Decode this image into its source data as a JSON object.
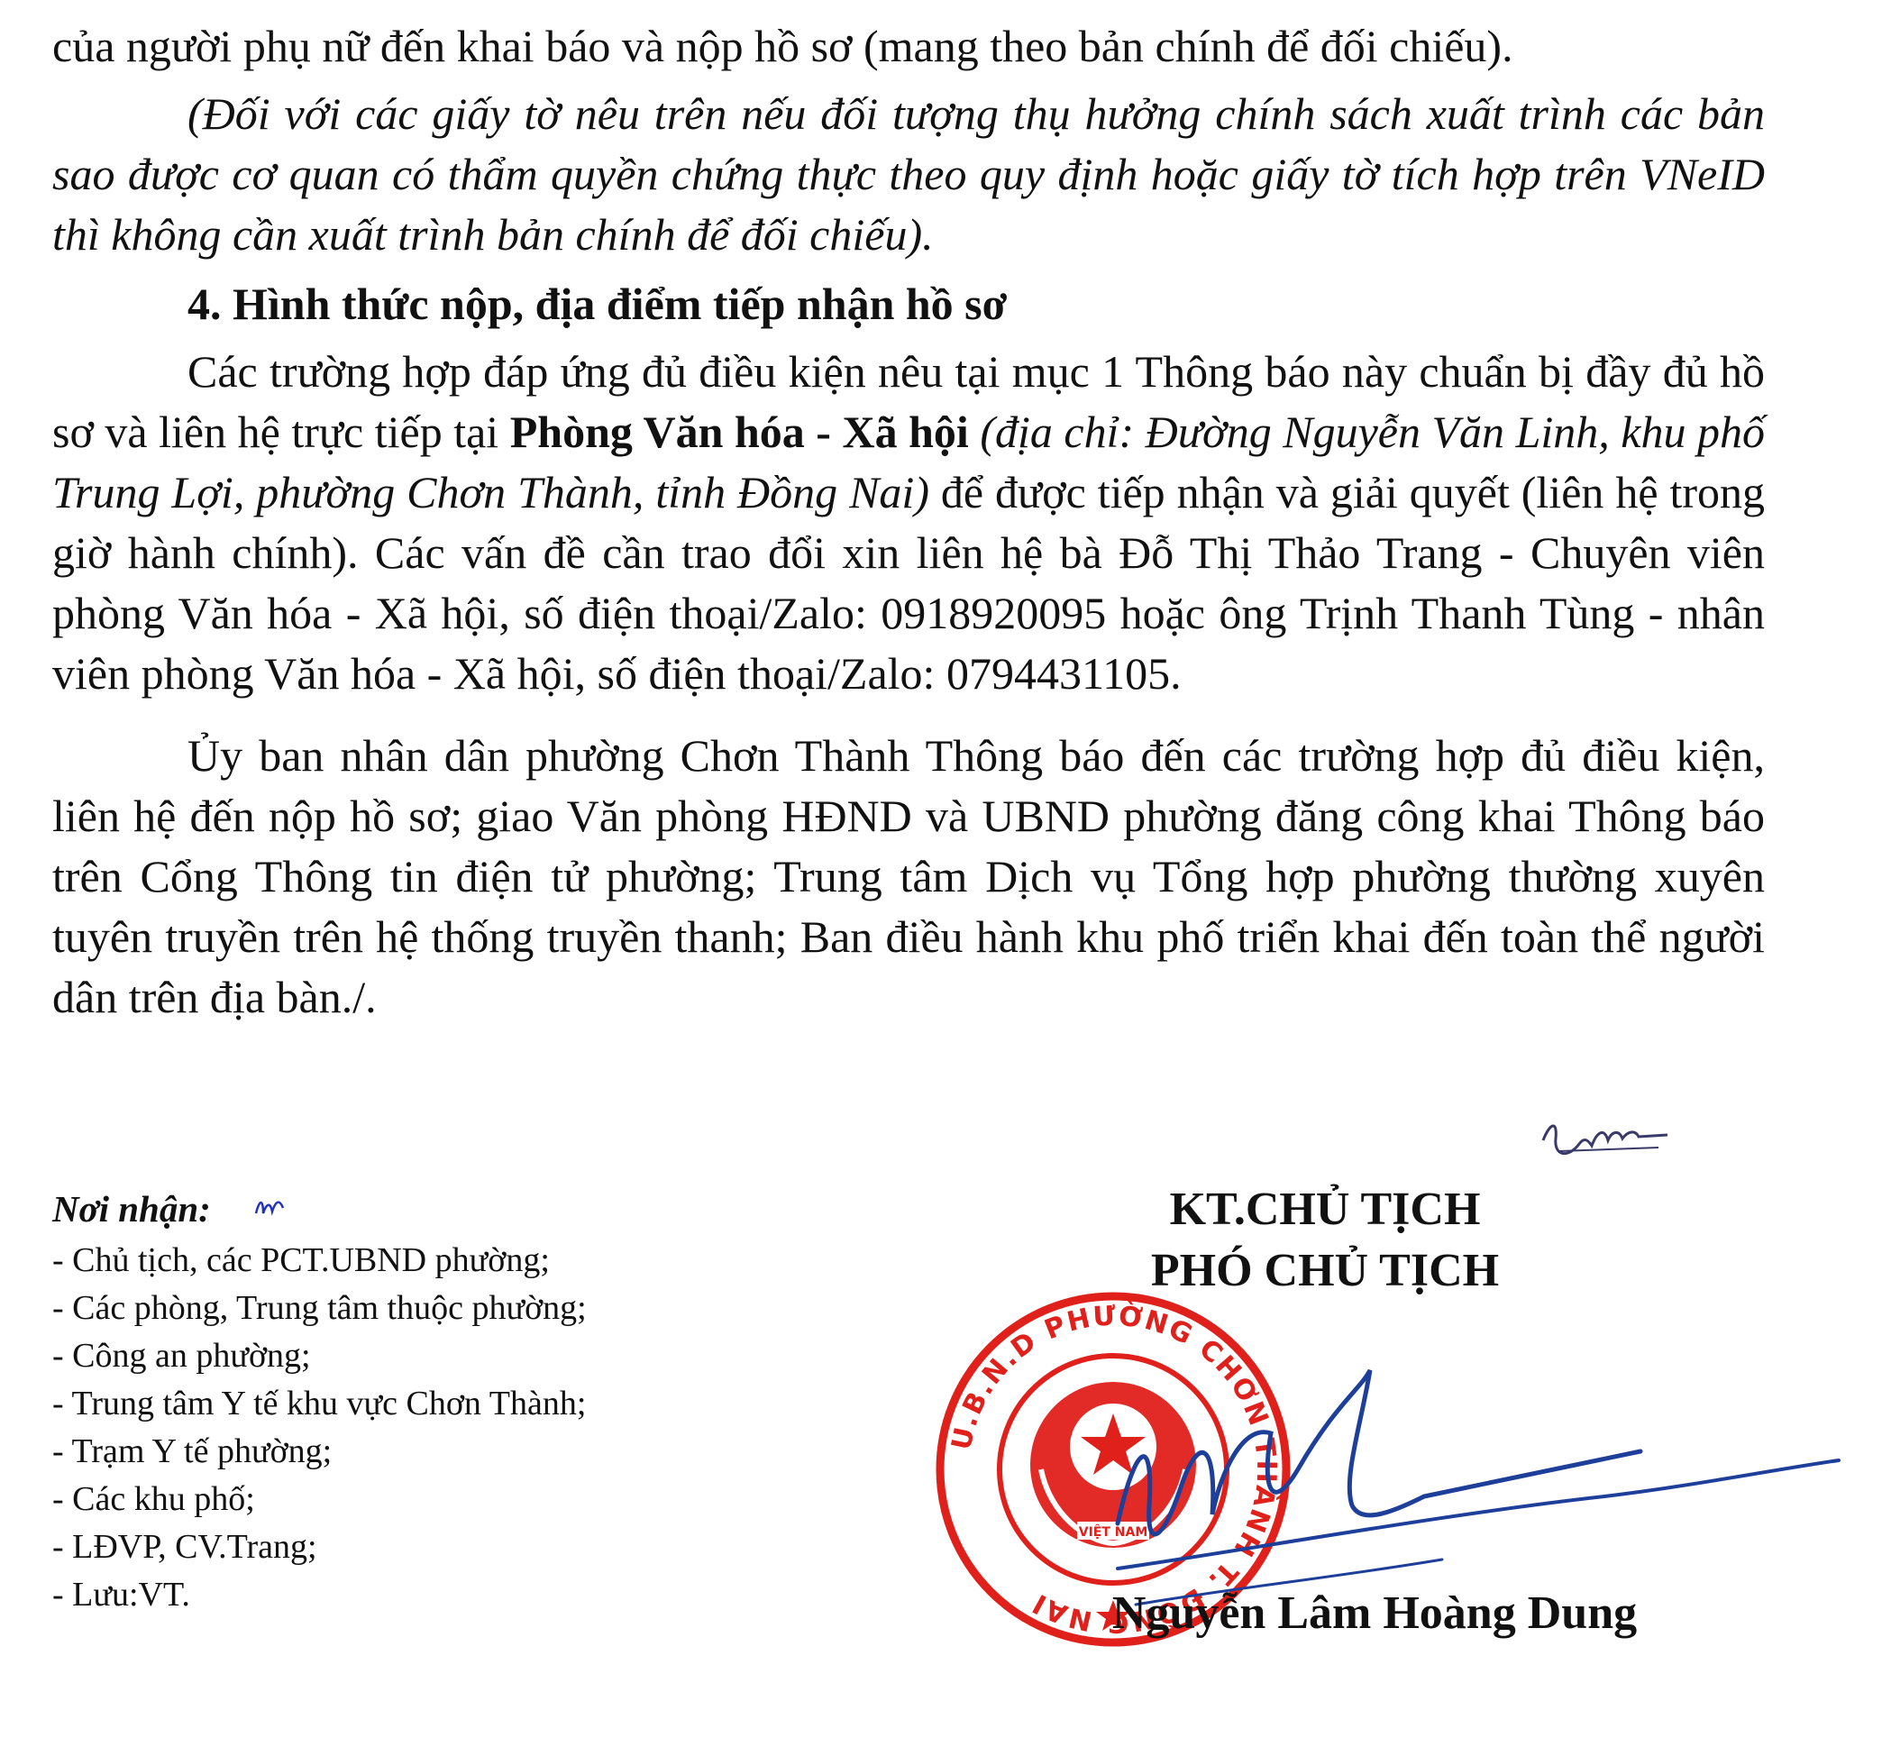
{
  "body": {
    "p1": "của người phụ nữ đến khai báo và nộp hồ sơ (mang theo bản chính để đối chiếu).",
    "p2": "(Đối với các giấy tờ nêu trên nếu đối tượng thụ hưởng chính sách xuất trình các bản sao được cơ quan có thẩm quyền chứng thực theo quy định hoặc giấy tờ tích hợp trên VNeID thì không cần xuất trình bản chính để đối chiếu).",
    "heading": "4. Hình thức nộp, địa điểm tiếp nhận hồ sơ",
    "p3_start": "Các trường hợp đáp ứng đủ điều kiện nêu tại mục 1 Thông báo này chuẩn bị đầy đủ hồ sơ và liên hệ trực tiếp tại ",
    "p3_bold": "Phòng Văn hóa - Xã hội",
    "p3_italic": " (địa chỉ: Đường Nguyễn Văn Linh, khu phố Trung Lợi, phường Chơn Thành, tỉnh Đồng Nai)",
    "p3_end": " để được tiếp nhận và giải quyết (liên hệ trong giờ hành chính). Các vấn đề cần trao đổi xin liên hệ bà Đỗ Thị Thảo Trang - Chuyên viên phòng Văn hóa - Xã hội, số điện thoại/Zalo: 0918920095 hoặc ông Trịnh Thanh Tùng - nhân viên phòng Văn hóa - Xã hội, số điện thoại/Zalo: 0794431105.",
    "p4": "Ủy ban nhân dân phường Chơn Thành Thông báo đến các trường hợp đủ điều kiện, liên hệ đến nộp hồ sơ; giao Văn phòng HĐND và UBND phường đăng công khai Thông báo trên Cổng Thông tin điện tử phường; Trung tâm Dịch vụ Tổng hợp phường thường xuyên tuyên truyền trên hệ thống truyền thanh; Ban điều hành khu phố triển khai đến toàn thể người dân trên địa bàn./."
  },
  "recipients": {
    "title": "Nơi nhận:",
    "items": [
      "- Chủ tịch, các PCT.UBND phường;",
      "- Các phòng, Trung tâm thuộc phường;",
      "- Công an phường;",
      "- Trung tâm Y tế khu vực Chơn Thành;",
      "- Trạm Y tế phường;",
      "- Các khu phố;",
      "- LĐVP, CV.Trang;",
      "- Lưu:VT."
    ]
  },
  "signature": {
    "line1": "KT.CHỦ TỊCH",
    "line2": "PHÓ CHỦ TỊCH",
    "signer": "Nguyễn Lâm Hoàng Dung",
    "seal_text": "U.B.N.D PHƯỜNG CHƠN THÀNH T. ĐỒNG NAI",
    "seal_inner_text": "VIỆT NAM"
  },
  "colors": {
    "seal": "#e0201b",
    "signature_ink": "#1d3f9a",
    "text": "#111111"
  }
}
